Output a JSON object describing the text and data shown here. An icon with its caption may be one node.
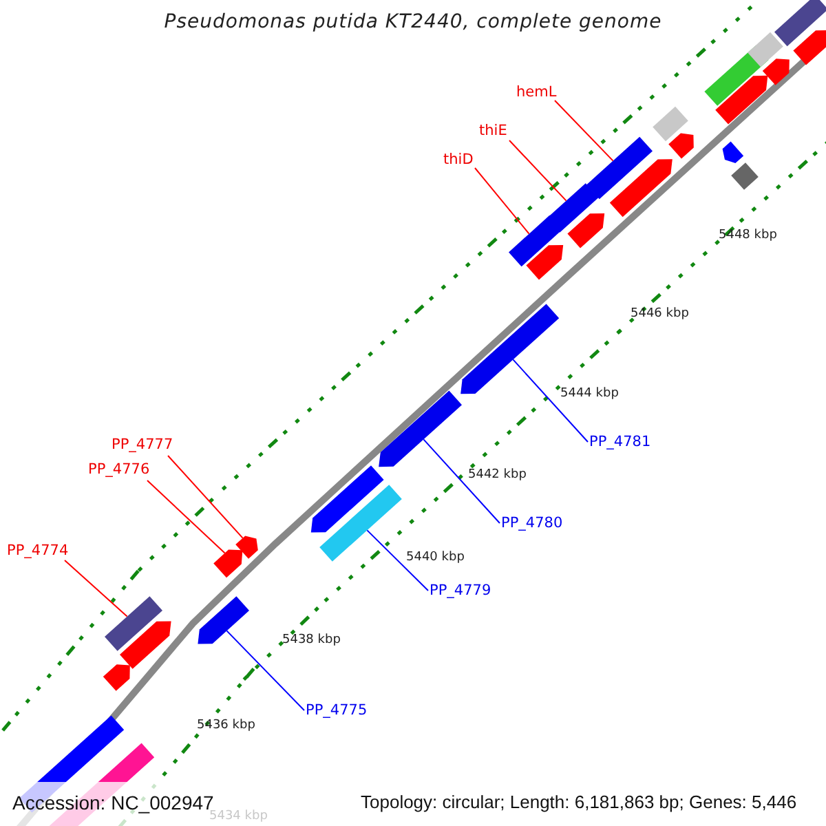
{
  "diagram": {
    "title": "Pseudomonas putida KT2440, complete genome",
    "nodes": [
      {
        "text": [
          "hemL"
        ]
      },
      {
        "text": [
          "thiE"
        ]
      },
      {
        "text": [
          "thiD"
        ]
      },
      {
        "text": [
          "PP_4777"
        ]
      },
      {
        "text": [
          "PP_4776"
        ]
      },
      {
        "text": [
          "PP_4774"
        ]
      },
      {
        "text": [
          "PP_4781"
        ]
      },
      {
        "text": [
          "PP_4780"
        ]
      },
      {
        "text": [
          "PP_4779"
        ]
      },
      {
        "text": [
          "PP_4775"
        ]
      },
      {
        "text": [],
        "shape": "bar"
      },
      {
        "text": [],
        "shape": "bar"
      },
      {
        "text": [],
        "shape": "bar"
      },
      {
        "text": [],
        "shape": "bar"
      },
      {
        "text": [],
        "shape": "bar"
      },
      {
        "text": [],
        "shape": "bar"
      },
      {
        "text": [],
        "shape": "bar"
      },
      {
        "text": [],
        "shape": "bar"
      },
      {
        "text": [],
        "shape": "bar"
      },
      {
        "text": [],
        "shape": "bar"
      },
      {
        "text": [],
        "shape": "bar"
      },
      {
        "text": [],
        "shape": "bar"
      },
      {
        "text": [],
        "shape": "bar"
      },
      {
        "text": [],
        "shape": "bar"
      },
      {
        "text": [],
        "shape": "bar"
      },
      {
        "text": [],
        "shape": "bar"
      },
      {
        "text": [],
        "shape": "bar"
      },
      {
        "text": [],
        "shape": "bar"
      },
      {
        "text": [],
        "shape": "bar"
      },
      {
        "text": [],
        "shape": "bar"
      },
      {
        "text": [],
        "shape": "bar"
      },
      {
        "text": [],
        "shape": "bar"
      },
      {
        "text": [],
        "shape": "bar"
      },
      {
        "text": [],
        "shape": "bar"
      },
      {
        "text": [],
        "shape": "bar"
      },
      {
        "text": [],
        "shape": "bar"
      },
      {
        "text": [],
        "shape": "bar"
      },
      {
        "text": [],
        "shape": "bar"
      }
    ],
    "edges": [
      {
        "from": 0,
        "to": 10,
        "arrow": "none"
      },
      {
        "from": 1,
        "to": 11,
        "arrow": "none"
      },
      {
        "from": 2,
        "to": 12,
        "arrow": "none"
      },
      {
        "from": 3,
        "to": 13,
        "arrow": "none"
      },
      {
        "from": 4,
        "to": 14,
        "arrow": "none"
      },
      {
        "from": 5,
        "to": 15,
        "arrow": "none"
      },
      {
        "from": 6,
        "to": 16,
        "arrow": "none",
        "color": "#0000ff"
      },
      {
        "from": 7,
        "to": 17,
        "arrow": "none",
        "color": "#0000ff"
      },
      {
        "from": 8,
        "to": 18,
        "arrow": "none",
        "color": "#0000ff"
      },
      {
        "from": 9,
        "to": 19,
        "arrow": "none",
        "color": "#0000ff"
      }
    ],
    "labels": [
      "5448 kbp",
      "5446 kbp",
      "5444 kbp",
      "5442 kbp",
      "5440 kbp",
      "5438 kbp",
      "5436 kbp",
      "5434 kbp",
      "Accession: NC_002947",
      "Topology: circular; Length: 6,181,863 bp; Genes: 5,446"
    ]
  }
}
